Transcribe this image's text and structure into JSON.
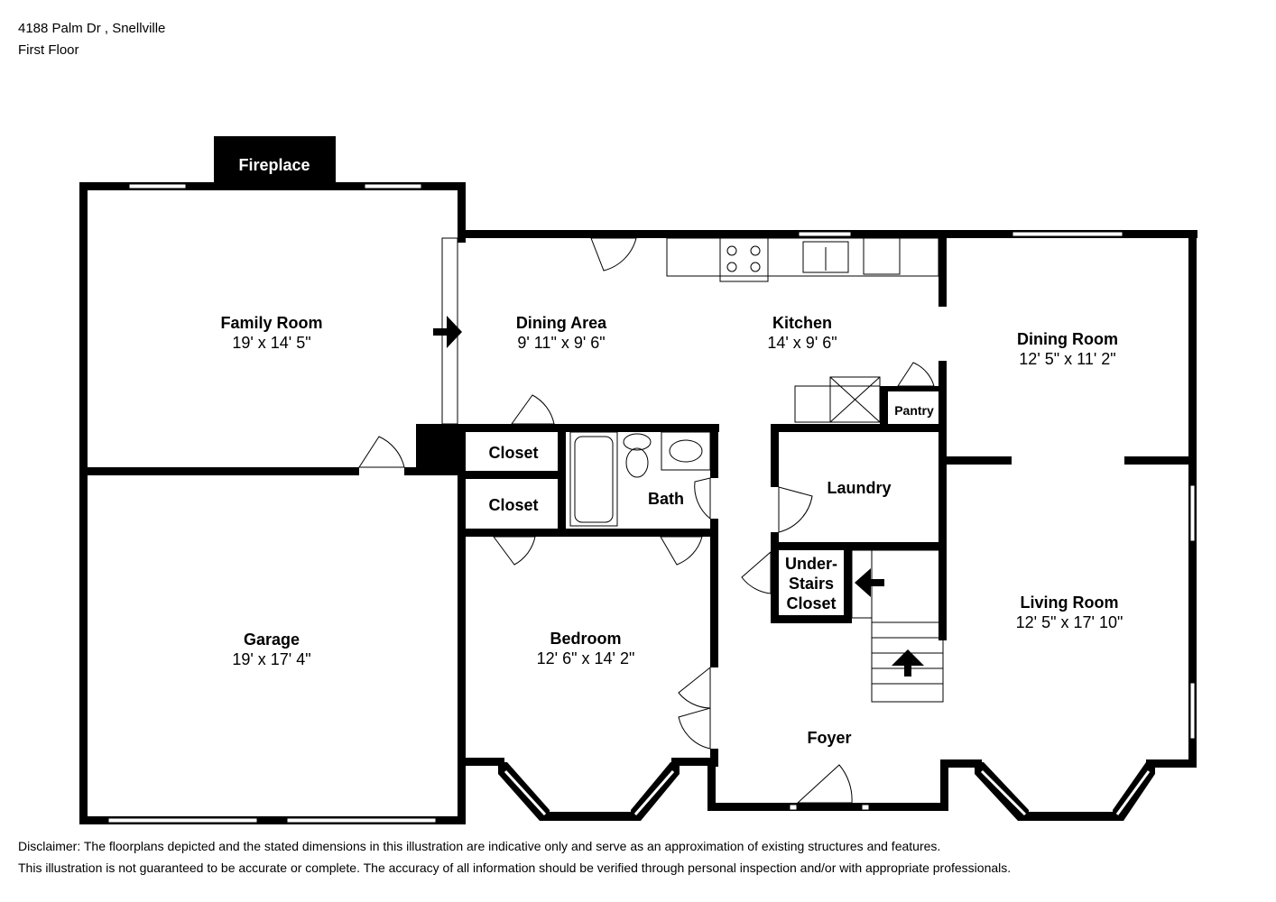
{
  "header": {
    "address": "4188 Palm Dr , Snellville",
    "floor": "First Floor"
  },
  "fixtures": {
    "fireplace": "Fireplace"
  },
  "rooms": {
    "family_room": {
      "name": "Family Room",
      "dims": "19' x 14' 5\""
    },
    "dining_area": {
      "name": "Dining Area",
      "dims": "9' 11\" x 9' 6\""
    },
    "kitchen": {
      "name": "Kitchen",
      "dims": "14' x 9' 6\""
    },
    "dining_room": {
      "name": "Dining Room",
      "dims": "12' 5\" x 11' 2\""
    },
    "garage": {
      "name": "Garage",
      "dims": "19' x 17' 4\""
    },
    "bedroom": {
      "name": "Bedroom",
      "dims": "12' 6\" x 14' 2\""
    },
    "living_room": {
      "name": "Living Room",
      "dims": "12' 5\" x 17' 10\""
    },
    "closet_1": {
      "name": "Closet"
    },
    "closet_2": {
      "name": "Closet"
    },
    "bath": {
      "name": "Bath"
    },
    "laundry": {
      "name": "Laundry"
    },
    "pantry": {
      "name": "Pantry"
    },
    "under_stairs": {
      "line1": "Under-",
      "line2": "Stairs",
      "line3": "Closet"
    },
    "foyer": {
      "name": "Foyer"
    }
  },
  "disclaimer": {
    "line1": "Disclaimer: The floorplans depicted and the stated dimensions in this illustration are indicative only and serve as an approximation of existing structures and features.",
    "line2": "This illustration is not guaranteed to be accurate or complete. The accuracy of all information should be verified through personal inspection and/or with appropriate professionals."
  }
}
